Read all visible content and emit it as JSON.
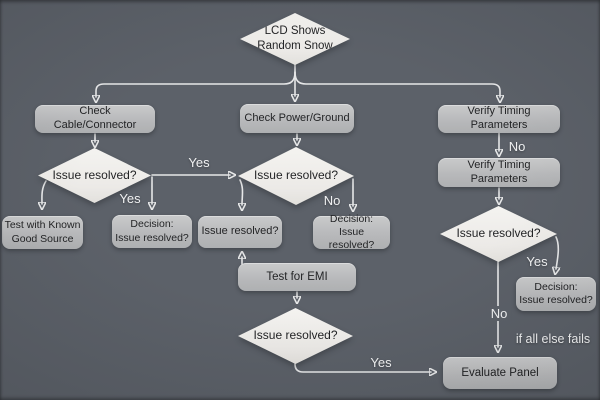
{
  "diagram_title": "LCD Shows Random Snow troubleshooting flowchart",
  "colors": {
    "background": "#595e66",
    "box_fill": "#b7b8ba",
    "diamond_fill": "#f1f0ed",
    "node_text": "#1d1e20",
    "line": "#e6e7e8",
    "label_text": "#f0f1f2"
  },
  "nodes": {
    "start": {
      "label": "LCD Shows\nRandom Snow",
      "type": "decision"
    },
    "check_cable": {
      "label": "Check Cable/Connector",
      "type": "process"
    },
    "check_power": {
      "label": "Check Power/Ground",
      "type": "process"
    },
    "verify_timing_1": {
      "label": "Verify Timing Parameters",
      "type": "process"
    },
    "verify_timing_2": {
      "label": "Verify Timing Parameters",
      "type": "process"
    },
    "issue_left": {
      "label": "Issue resolved?",
      "type": "decision"
    },
    "issue_mid": {
      "label": "Issue resolved?",
      "type": "decision"
    },
    "issue_right": {
      "label": "Issue resolved?",
      "type": "decision"
    },
    "issue_bottom": {
      "label": "Issue resolved?",
      "type": "decision"
    },
    "test_known_good": {
      "label": "Test with Known\nGood Source",
      "type": "process"
    },
    "decision_left": {
      "label": "Decision:\nIssue resolved?",
      "type": "process"
    },
    "issue_resolved_box": {
      "label": "Issue resolved?",
      "type": "process"
    },
    "decision_mid": {
      "label": "Decision:\nIssue resolved?",
      "type": "process"
    },
    "test_emi": {
      "label": "Test for EMI",
      "type": "process"
    },
    "decision_right": {
      "label": "Decision:\nIssue resolved?",
      "type": "process"
    },
    "evaluate_panel": {
      "label": "Evaluate Panel",
      "type": "process"
    }
  },
  "edge_labels": {
    "yes_left_to_mid": "Yes",
    "yes_left_down": "Yes",
    "no_mid": "No",
    "no_timing": "No",
    "yes_right": "Yes",
    "no_right": "No",
    "yes_bottom": "Yes",
    "if_all_else_fails": "if all else fails"
  }
}
